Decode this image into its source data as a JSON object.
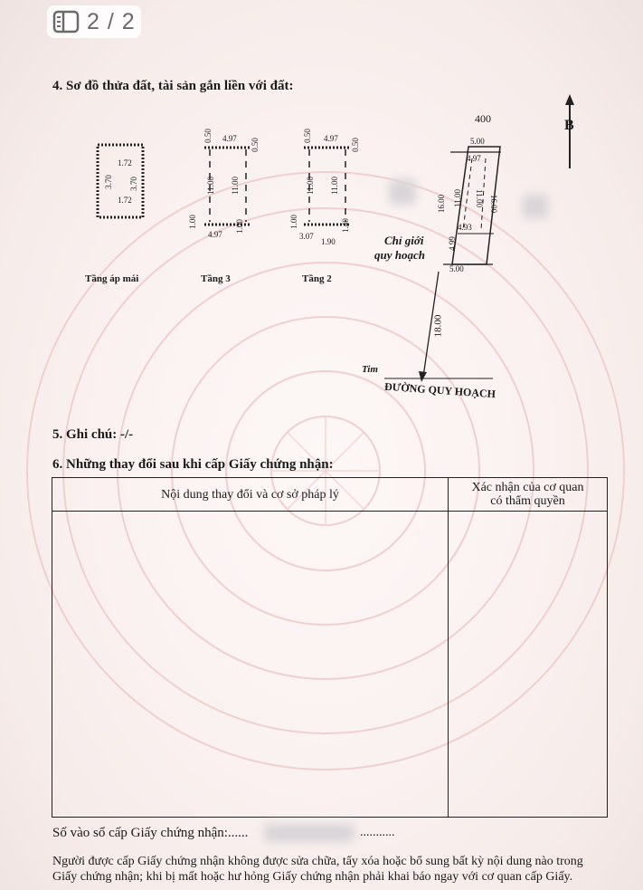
{
  "viewer": {
    "page_indicator": "2 / 2",
    "icon": "page-thumbnails-icon"
  },
  "section4": {
    "title": "4. Sơ đồ thửa đất, tài sản gắn liền với đất:",
    "roof": {
      "label": "Tầng áp mái",
      "dims": [
        "1.72",
        "3.70",
        "3.70",
        "1.72"
      ]
    },
    "floor3": {
      "label": "Tầng 3",
      "dims": [
        "0.50",
        "4.97",
        "0.50",
        "11.00",
        "11.00",
        "1.00",
        "4.97",
        "1.00"
      ]
    },
    "floor2": {
      "label": "Tầng 2",
      "dims": [
        "0.50",
        "4.97",
        "0.50",
        "11.00",
        "11.00",
        "1.00",
        "3.07",
        "1.90",
        "1.40"
      ]
    },
    "plot": {
      "parcel_no": "400",
      "north": "B",
      "top_width": "5.00",
      "inner_top": "4.97",
      "left_len": "16.00",
      "inner_left": "11.00",
      "inner_right": "11.00",
      "right_len": "16.00",
      "setback_left": "4.99",
      "setback_right": "4.93",
      "bottom_width": "5.00",
      "boundary_label_1": "Chỉ giới",
      "boundary_label_2": "quy hoạch",
      "road_dist": "18.00",
      "center_label": "Tim",
      "road_name": "ĐƯỜNG QUY HOẠCH"
    }
  },
  "section5": {
    "title": "5. Ghi chú: -/-"
  },
  "section6": {
    "title": "6. Những thay đổi sau khi cấp Giấy chứng nhận:",
    "col1": "Nội dung thay đổi và cơ sở pháp lý",
    "col2_line1": "Xác nhận của cơ quan",
    "col2_line2": "có thẩm quyền"
  },
  "footer": {
    "register_label": "Số vào sổ cấp Giấy chứng nhận:......",
    "register_dots": "...........",
    "note_line1": "Người được cấp Giấy chứng nhận không được sửa chữa, tẩy xóa hoặc bổ sung bất kỳ nội dung nào trong",
    "note_line2": "Giấy chứng nhận; khi bị mất hoặc hư hỏng Giấy chứng nhận phải khai báo ngay với cơ quan cấp Giấy."
  }
}
